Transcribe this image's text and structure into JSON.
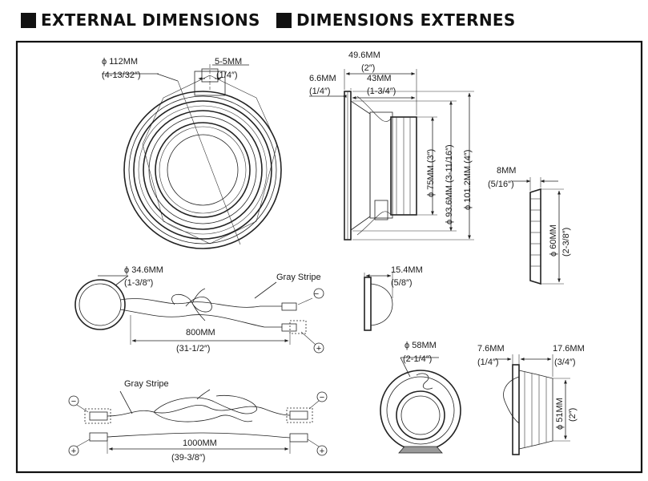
{
  "headings": {
    "left": "EXTERNAL DIMENSIONS",
    "right": "DIMENSIONS EXTERNES"
  },
  "woofer_front": {
    "outer_diameter": "ϕ 112MM",
    "outer_diameter_in": "(4-13/32″)",
    "slot": "5-5MM",
    "slot_in": "(1/4″)"
  },
  "woofer_side": {
    "overall_depth": "49.6MM",
    "overall_depth_in": "(2″)",
    "flange": "6.6MM",
    "flange_in": "(1/4″)",
    "mount_depth": "43MM",
    "mount_depth_in": "(1-3/4″)",
    "magnet": "ϕ 75MM (3″)",
    "cutout": "ϕ 93.6MM (3-11/16″)",
    "basket": "ϕ 101.2MM (4″)"
  },
  "ring": {
    "thickness": "8MM",
    "thickness_in": "(5/16″)",
    "diameter": "ϕ 60MM",
    "diameter_in": "(2-3/8″)"
  },
  "tweeter_cable": {
    "diameter": "ϕ 34.6MM",
    "diameter_in": "(1-3/8″)",
    "stripe": "Gray Stripe",
    "length": "800MM",
    "length_in": "(31-1/2″)"
  },
  "tweeter_side": {
    "depth": "15.4MM",
    "depth_in": "(5/8″)"
  },
  "crossover_cable": {
    "stripe": "Gray Stripe",
    "length": "1000MM",
    "length_in": "(39-3/8″)"
  },
  "tweeter_mount": {
    "diameter": "ϕ 58MM",
    "diameter_in": "(2-1/4″)"
  },
  "tweeter_mount_side": {
    "flange": "7.6MM",
    "flange_in": "(1/4″)",
    "depth": "17.6MM",
    "depth_in": "(3/4″)",
    "diameter": "ϕ 51MM",
    "diameter_in": "(2″)"
  },
  "polarity": {
    "minus": "−",
    "plus": "+"
  }
}
